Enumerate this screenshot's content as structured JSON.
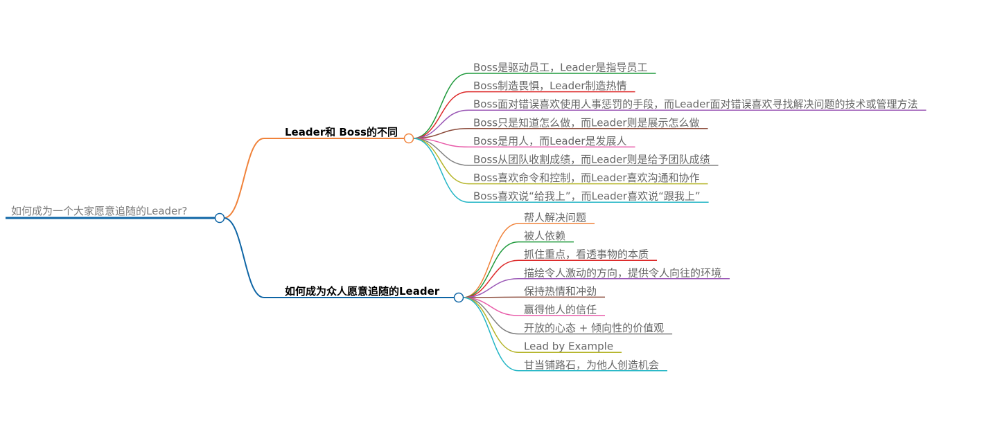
{
  "root": {
    "text": "如何成为一个大家愿意追随的Leader?",
    "color": "#0e65a5"
  },
  "branches": [
    {
      "text": "Leader和 Boss的不同",
      "color": "#f0823a",
      "children": [
        {
          "text": "Boss是驱动员工，Leader是指导员工",
          "color": "#1f9a3c"
        },
        {
          "text": "Boss制造畏惧，Leader制造热情",
          "color": "#dd2a2a"
        },
        {
          "text": "Boss面对错误喜欢使用人事惩罚的手段，而Leader面对错误喜欢寻找解决问题的技术或管理方法",
          "color": "#9b59b6"
        },
        {
          "text": "Boss只是知道怎么做，而Leader则是展示怎么做",
          "color": "#8b4a3a"
        },
        {
          "text": "Boss是用人，而Leader是发展人",
          "color": "#e85aa8"
        },
        {
          "text": "Boss从团队收割成绩，而Leader则是给予团队成绩",
          "color": "#808080"
        },
        {
          "text": "Boss喜欢命令和控制，而Leader喜欢沟通和协作",
          "color": "#b5b52a"
        },
        {
          "text": "Boss喜欢说“给我上”，而Leader喜欢说“跟我上”",
          "color": "#22b5c5"
        }
      ]
    },
    {
      "text": "如何成为众人愿意追随的Leader",
      "color": "#0e65a5",
      "children": [
        {
          "text": "帮人解决问题",
          "color": "#f0823a"
        },
        {
          "text": "被人依赖",
          "color": "#1f9a3c"
        },
        {
          "text": "抓住重点，看透事物的本质",
          "color": "#dd2a2a"
        },
        {
          "text": "描绘令人激动的方向，提供令人向往的环境",
          "color": "#9b59b6"
        },
        {
          "text": "保持热情和冲劲",
          "color": "#8b4a3a"
        },
        {
          "text": "赢得他人的信任",
          "color": "#e85aa8"
        },
        {
          "text": "开放的心态 + 倾向性的价值观",
          "color": "#808080"
        },
        {
          "text": "Lead by Example",
          "color": "#b5b52a"
        },
        {
          "text": "甘当铺路石，为他人创造机会",
          "color": "#22b5c5"
        }
      ]
    }
  ]
}
